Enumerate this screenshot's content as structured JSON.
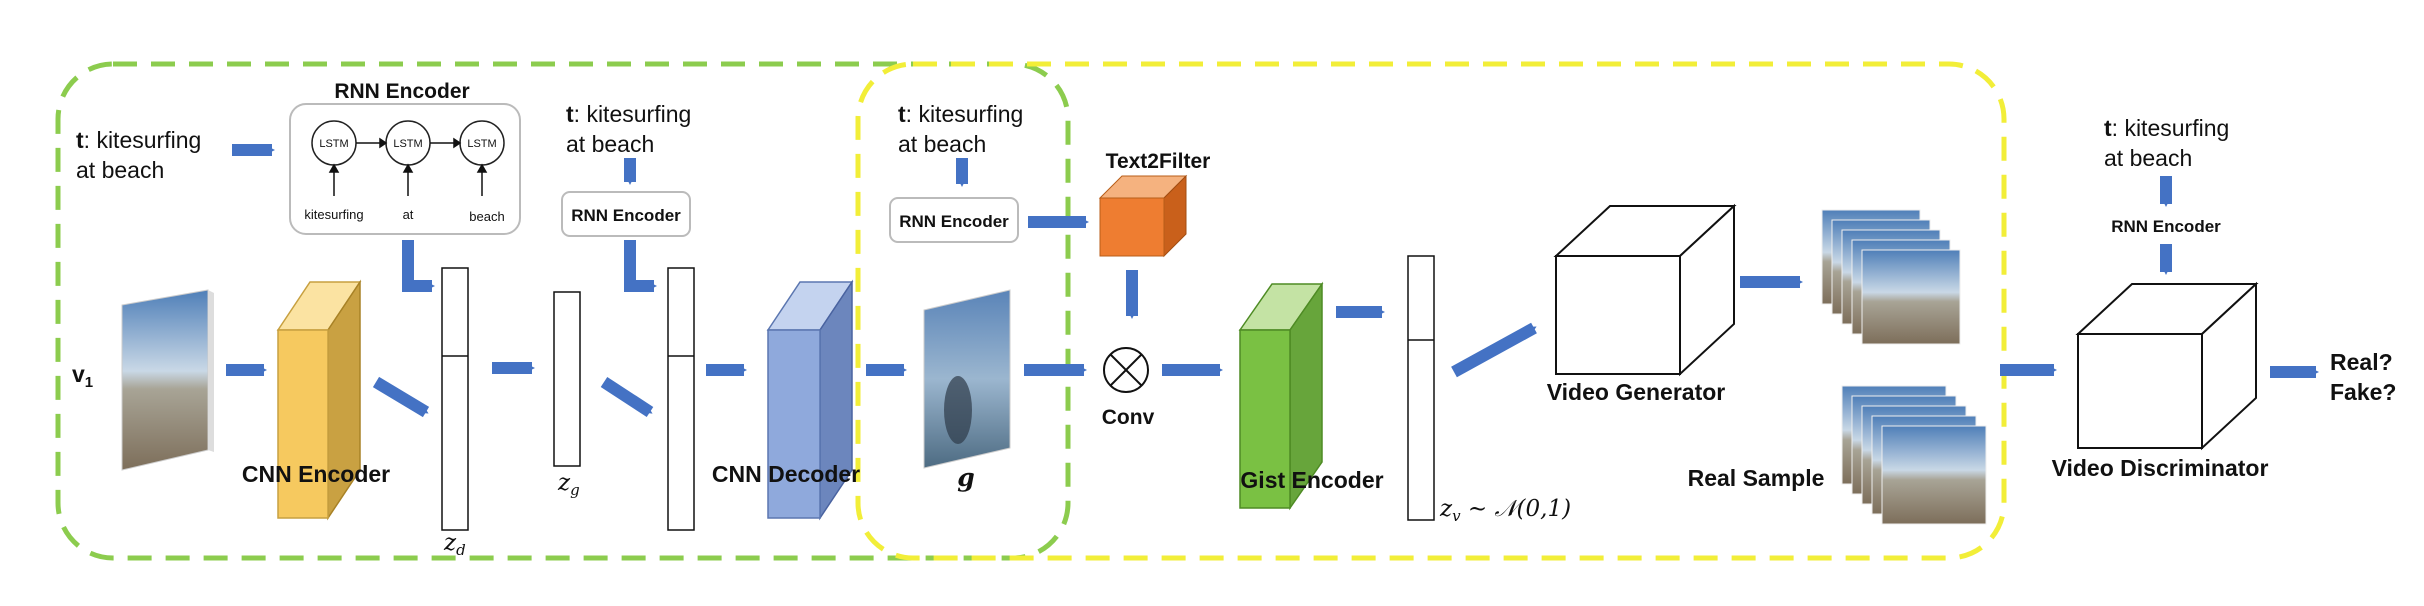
{
  "diagram": {
    "rnn_encoder_title": "RNN Encoder",
    "lstm_label": "LSTM",
    "lstm_inputs": [
      "kitesurfing",
      "at",
      "beach"
    ],
    "text_prefix": "t",
    "text_line1": ": kitesurfing",
    "text_line2": "at beach",
    "rnn_encoder_label": "RNN Encoder",
    "v1_label": "v",
    "v1_sub": "1",
    "cnn_encoder": "CNN Encoder",
    "cnn_decoder": "CNN Decoder",
    "zd_label": "z",
    "zd_sub": "d",
    "zg_label": "z",
    "zg_sub": "g",
    "g_label": "g",
    "text2filter": "Text2Filter",
    "conv": "Conv",
    "gist_encoder": "Gist Encoder",
    "zv_label": "z",
    "zv_sub": "v",
    "zv_dist": " ∼ 𝒩(0,1)",
    "video_generator": "Video Generator",
    "real_sample": "Real Sample",
    "video_discriminator": "Video Discriminator",
    "real_q": "Real?",
    "fake_q": "Fake?"
  },
  "colors": {
    "green_dash": "#8ccc4e",
    "yellow_dash": "#f2ee38",
    "arrow_blue": "#4472c4",
    "cnn_encoder_face": "#f6c95f",
    "cnn_decoder_face": "#8fa9dc",
    "text2filter_face": "#ee7d31",
    "gist_encoder_face": "#7ac143"
  }
}
